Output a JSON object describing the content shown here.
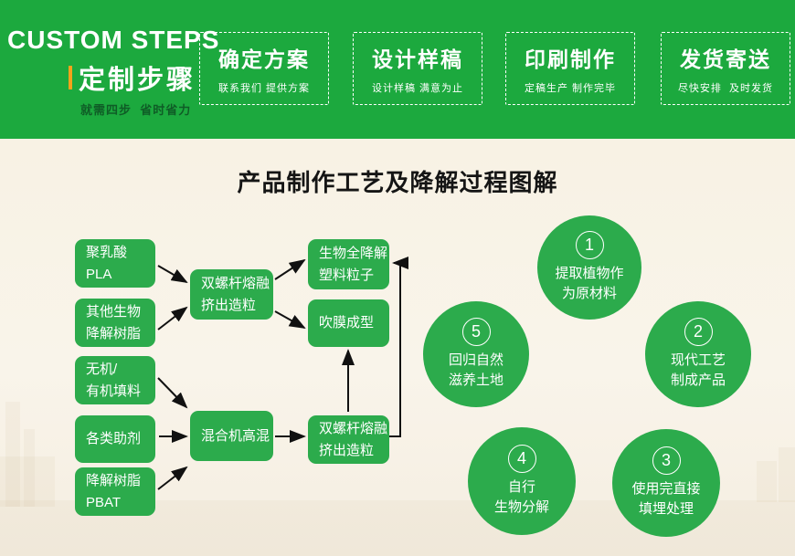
{
  "header": {
    "brand": {
      "title_en": "CUSTOM STEPS",
      "title_cn": "定制步骤",
      "tagline": "就需四步  省时省力"
    },
    "steps": [
      {
        "title": "确定方案",
        "subtitle": "联系我们 提供方案"
      },
      {
        "title": "设计样稿",
        "subtitle": "设计样稿 满意为止"
      },
      {
        "title": "印刷制作",
        "subtitle": "定稿生产 制作完毕"
      },
      {
        "title": "发货寄送",
        "subtitle": "尽快安排  及时发货"
      }
    ]
  },
  "diagram": {
    "title": "产品制作工艺及降解过程图解",
    "boxes": [
      {
        "label": "聚乳酸\nPLA"
      },
      {
        "label": "其他生物\n降解树脂"
      },
      {
        "label": "无机/\n有机填料"
      },
      {
        "label": "各类助剂"
      },
      {
        "label": "降解树脂\nPBAT"
      },
      {
        "label": "双螺杆熔融\n挤出造粒"
      },
      {
        "label": "混合机高混"
      },
      {
        "label": "生物全降解\n塑料粒子"
      },
      {
        "label": "吹膜成型"
      },
      {
        "label": "双螺杆熔融\n挤出造粒"
      }
    ],
    "circles": [
      {
        "number": "1",
        "label": "提取植物作\n为原材料"
      },
      {
        "number": "2",
        "label": "现代工艺\n制成产品"
      },
      {
        "number": "3",
        "label": "使用完直接\n填埋处理"
      },
      {
        "number": "4",
        "label": "自行\n生物分解"
      },
      {
        "number": "5",
        "label": "回归自然\n滋养土地"
      }
    ]
  },
  "colors": {
    "header_green": "#1ca93e",
    "box_green": "#2cab4c",
    "accent_orange": "#f5a21b",
    "background_beige": "#f8f2e4",
    "title_text": "#151515",
    "tagline_green": "#0f5c26",
    "arrow_black": "#111111"
  }
}
